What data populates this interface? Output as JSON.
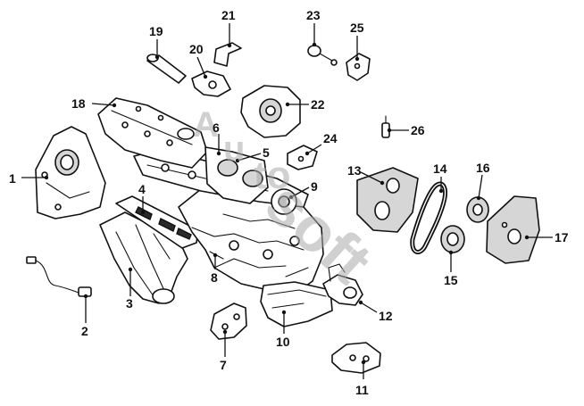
{
  "diagram": {
    "callouts": [
      "1",
      "2",
      "3",
      "4",
      "5",
      "6",
      "7",
      "8",
      "9",
      "10",
      "11",
      "12",
      "13",
      "14",
      "15",
      "16",
      "17",
      "18",
      "19",
      "20",
      "21",
      "22",
      "23",
      "24",
      "25",
      "26"
    ],
    "watermark": {
      "letter_a": "A",
      "letter_u": "u",
      "word_to": "to",
      "word_soft": "soft"
    }
  },
  "colors": {
    "line": "#111111",
    "shade": "#d6d6d6",
    "watermark": "#aaaaaa"
  }
}
